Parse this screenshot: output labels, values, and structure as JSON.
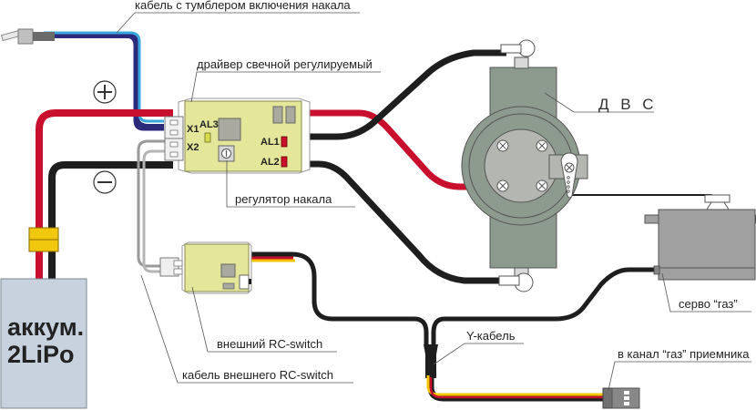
{
  "diagram": {
    "title": "Glow plug driver wiring diagram",
    "colors": {
      "positive_wire": "#c8102e",
      "negative_wire": "#1e1e1e",
      "switch_wire_light": "#3aa7dc",
      "switch_wire_dark": "#2b2a7a",
      "rc_cable_gray": "#9a9a9a",
      "servo_signal": "#f5c400",
      "servo_plus": "#c8102e",
      "servo_minus": "#1e1e1e",
      "driver_board": "#e4e79a",
      "engine_body": "#8d9a8e",
      "battery": "#c7d2de",
      "connector_yellow": "#f2c80f",
      "led_red": "#c8102e",
      "led_yellow": "#d6dc4c"
    },
    "labels": {
      "toggle_cable": "кабель с тумблером включения накала",
      "driver": "драйвер свечной регулируемый",
      "engine": "Д В С",
      "heat_regulator": "регулятор накала",
      "rc_switch": "внешний RC-switch",
      "rc_switch_cable": "кабель внешнего RC-switch",
      "y_cable": "Y-кабель",
      "receiver_channel": "в канал “газ” приемника",
      "servo": "серво “газ”",
      "battery_line1": "аккум.",
      "battery_line2": "2LiPo"
    },
    "driver_marks": {
      "x1": "X1",
      "x2": "X2",
      "al1": "AL1",
      "al2": "AL2",
      "al3": "AL3"
    },
    "polarity": {
      "plus": "+",
      "minus": "−"
    }
  }
}
